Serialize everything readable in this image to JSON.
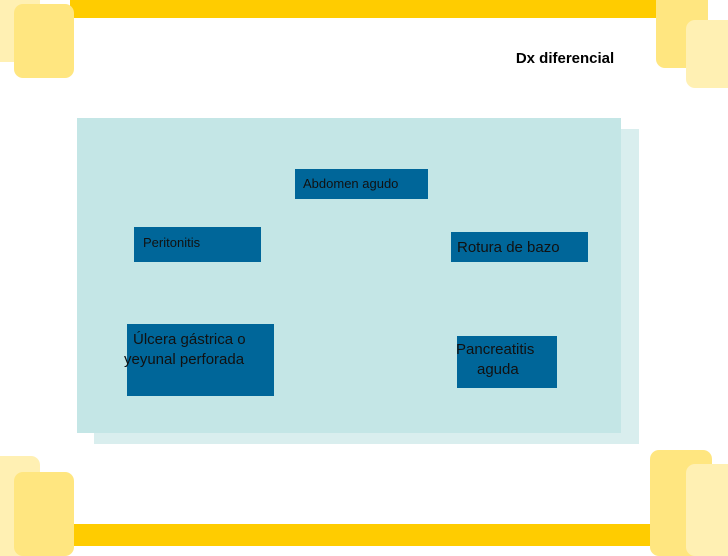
{
  "slide": {
    "title": "Dx diferencial",
    "boxes": {
      "abdomen_agudo": "Abdomen agudo",
      "peritonitis": "Peritonitis",
      "rotura_bazo": "Rotura de bazo",
      "ulcera_line1": "Úlcera gástrica o",
      "ulcera_line2": "yeyunal perforada",
      "pancreatitis_line1": "Pancreatitis",
      "pancreatitis_line2": "aguda"
    }
  },
  "colors": {
    "accent_yellow": "#ffcc00",
    "box_blue": "#006699",
    "panel_teal": "#c4e6e6"
  }
}
